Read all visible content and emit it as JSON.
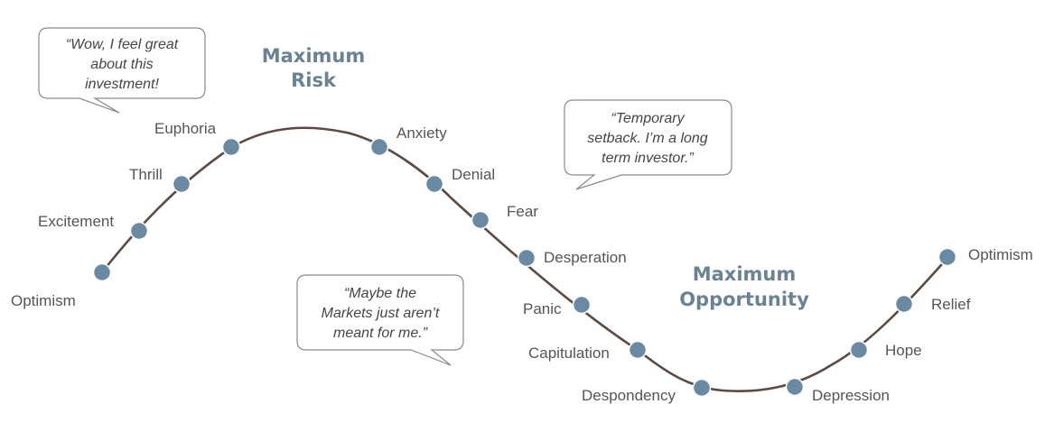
{
  "colors": {
    "curve": "#5b4a42",
    "dot": "#6a8aa3",
    "dot_stroke": "#ffffff",
    "headline": "#6a8394",
    "stage_text": "#555555",
    "bubble_border": "#8a8a8a",
    "bubble_text": "#444444"
  },
  "headlines": {
    "max_risk": [
      "Maximum",
      "Risk"
    ],
    "max_opportunity": [
      "Maximum",
      "Opportunity"
    ]
  },
  "stages": [
    "Optimism",
    "Excitement",
    "Thrill",
    "Euphoria",
    "Anxiety",
    "Denial",
    "Fear",
    "Desperation",
    "Panic",
    "Capitulation",
    "Despondency",
    "Depression",
    "Hope",
    "Relief",
    "Optimism"
  ],
  "bubbles": [
    [
      "“Wow, I feel great",
      "about this",
      "investment!"
    ],
    [
      "“Temporary",
      "setback.  I’m a long",
      "term investor.”"
    ],
    [
      "“Maybe the",
      "Markets just aren’t",
      "meant for me.”"
    ]
  ]
}
